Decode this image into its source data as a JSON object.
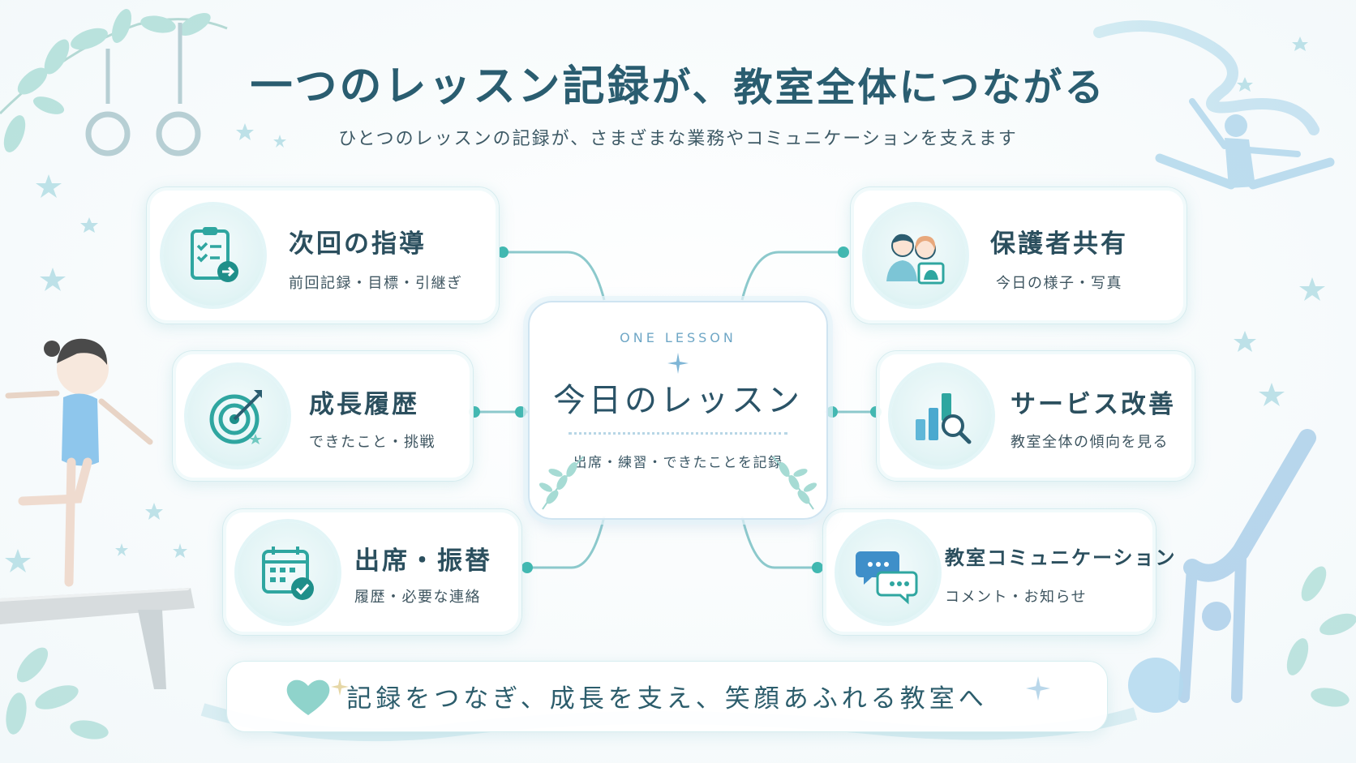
{
  "title": {
    "part1": "一つのレッスン記録",
    "part2": "が、教室全体につながる"
  },
  "subtitle": "ひとつのレッスンの記録が、さまざまな業務やコミュニケーションを支えます",
  "center": {
    "eyebrow": "ONE LESSON",
    "title": "今日のレッスン",
    "subtitle": "出席・練習・できたことを記録"
  },
  "cards": {
    "next_guidance": {
      "title": "次回の指導",
      "subtitle": "前回記録・目標・引継ぎ",
      "icon": "clipboard-checklist-icon"
    },
    "growth_history": {
      "title": "成長履歴",
      "subtitle": "できたこと・挑戦",
      "icon": "target-arrow-icon"
    },
    "attendance": {
      "title": "出席・振替",
      "subtitle": "履歴・必要な連絡",
      "icon": "calendar-check-icon"
    },
    "guardian_share": {
      "title": "保護者共有",
      "subtitle": "今日の様子・写真",
      "icon": "family-photo-icon"
    },
    "service_improvement": {
      "title": "サービス改善",
      "subtitle": "教室全体の傾向を見る",
      "icon": "bar-chart-search-icon"
    },
    "classroom_communication": {
      "title": "教室コミュニケーション",
      "subtitle": "コメント・お知らせ",
      "icon": "chat-bubbles-icon"
    }
  },
  "banner": "記録をつなぎ、成長を支え、笑顔あふれる教室へ",
  "colors": {
    "accent": "#3fb8b0",
    "title": "#2a5d70",
    "line": "#8cc9cc",
    "leaf": "#a8dcd6"
  }
}
